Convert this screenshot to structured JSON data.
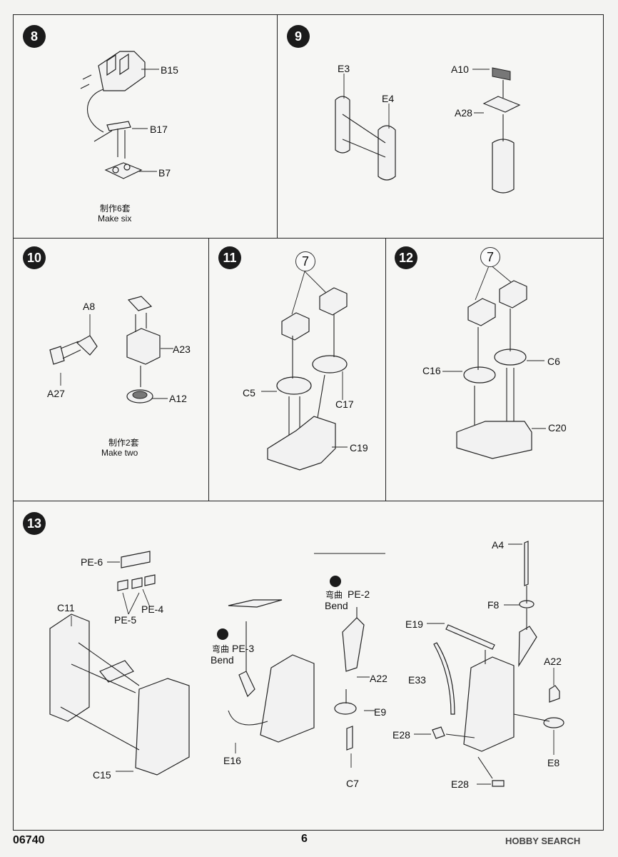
{
  "steps": {
    "s8": {
      "num": "8",
      "parts": [
        "B15",
        "B17",
        "B7"
      ],
      "note_cn": "制作6套",
      "note_en": "Make six"
    },
    "s9": {
      "num": "9",
      "parts": [
        "E3",
        "E4",
        "A10",
        "A28"
      ]
    },
    "s10": {
      "num": "10",
      "parts": [
        "A8",
        "A23",
        "A27",
        "A12"
      ],
      "note_cn": "制作2套",
      "note_en": "Make two"
    },
    "s11": {
      "num": "11",
      "ref": "7",
      "parts": [
        "C5",
        "C17",
        "C19"
      ]
    },
    "s12": {
      "num": "12",
      "ref": "7",
      "parts": [
        "C16",
        "C6",
        "C20"
      ]
    },
    "s13": {
      "num": "13",
      "parts": [
        "PE-6",
        "PE-5",
        "PE-4",
        "C11",
        "C15",
        "PE-2",
        "PE-3",
        "A22",
        "E9",
        "E16",
        "C7",
        "A4",
        "F8",
        "E19",
        "E33",
        "A22b",
        "E28",
        "E8",
        "E28b"
      ],
      "bend_cn": "弯曲",
      "bend_en": "Bend"
    }
  },
  "labels": {
    "A22b": "A22",
    "E28b": "E28"
  },
  "footer": {
    "code": "06740",
    "page": "6",
    "watermark": "HOBBY SEARCH"
  }
}
